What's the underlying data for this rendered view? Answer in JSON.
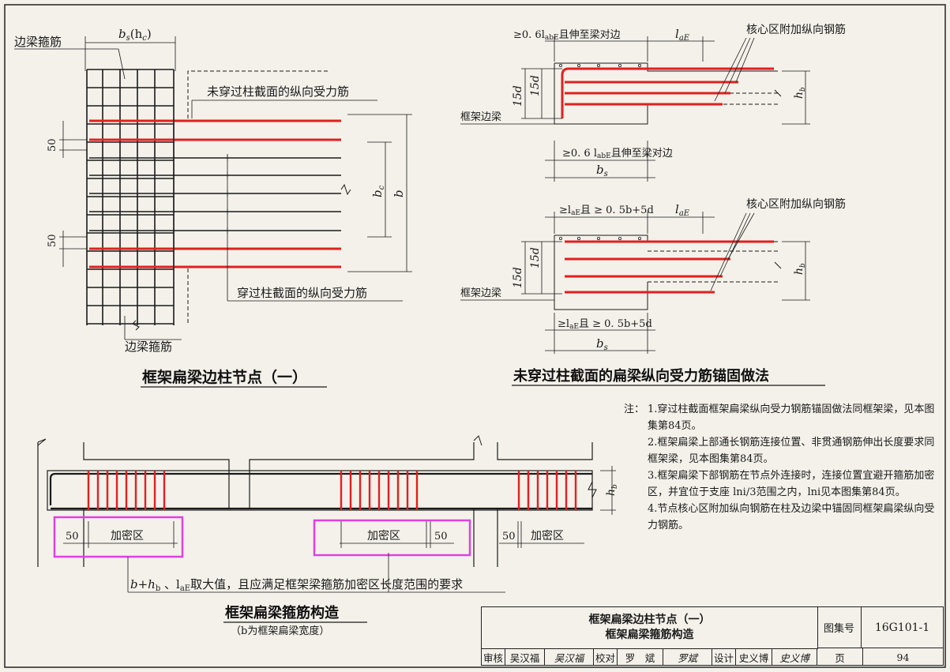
{
  "colors": {
    "rebar": "#e02020",
    "ink": "#1a1a1a",
    "highlight": "#e040e0",
    "paper": "#f4f1ea"
  },
  "fig1": {
    "title": "框架扁梁边柱节点（一）",
    "label_stirrup_top": "边梁箍筋",
    "label_stirrup_bottom": "边梁箍筋",
    "label_bs": "b",
    "label_bs_sub": "s",
    "label_bs_paren": "(h",
    "label_bs_paren_sub": "c",
    "label_bs_close": ")",
    "label_not_through": "未穿过柱截面的纵向受力筋",
    "label_through": "穿过柱截面的纵向受力筋",
    "dim_50_a": "50",
    "dim_50_b": "50",
    "dim_bc": "b",
    "dim_bc_sub": "c",
    "dim_b": "b"
  },
  "fig2": {
    "title": "未穿过柱截面的扁梁纵向受力筋锚固做法",
    "top": {
      "label_anchor": "≥0. 6l",
      "label_anchor_sub": "abE",
      "label_anchor_tail": "且伸至梁对边",
      "label_lae": "l",
      "label_lae_sub": "aE",
      "label_core": "核心区附加纵向钢筋",
      "label_edge_beam": "框架边梁",
      "dim_15d_a": "15d",
      "dim_15d_b": "15d",
      "dim_hb": "h",
      "dim_hb_sub": "b",
      "label_anchor2": "≥0. 6 l",
      "label_anchor2_sub": "abE",
      "label_anchor2_tail": "且伸至梁对边",
      "dim_bs": "b",
      "dim_bs_sub": "s"
    },
    "bottom": {
      "label_anchor": "≥l",
      "label_anchor_sub": "aE",
      "label_anchor_tail": "且 ≥ 0. 5b+5d",
      "label_lae": "l",
      "label_lae_sub": "aE",
      "label_core": "核心区附加纵向钢筋",
      "label_edge_beam": "框架边梁",
      "dim_15d_a": "15d",
      "dim_15d_b": "15d",
      "dim_hb": "h",
      "dim_hb_sub": "b",
      "label_anchor2": "≥l",
      "label_anchor2_sub": "aE",
      "label_anchor2_tail": "且 ≥ 0. 5b+5d",
      "dim_bs": "b",
      "dim_bs_sub": "s"
    }
  },
  "fig3": {
    "title": "框架扁梁箍筋构造",
    "subtitle": "（b为框架扁梁宽度）",
    "label_dense_1": "加密区",
    "label_dense_2": "加密区",
    "label_dense_3": "加密区",
    "dim_50_1": "50",
    "dim_50_2": "50",
    "dim_50_3": "50",
    "dim_hb": "h",
    "dim_hb_sub": "b",
    "label_requirement": "b+h",
    "label_requirement_sub": "b",
    "label_requirement_mid": " 、l",
    "label_requirement_sub2": "aE",
    "label_requirement_tail": "取大值，且应满足框架梁箍筋加密区长度范围的要求"
  },
  "notes": {
    "prefix": "注：",
    "items": [
      {
        "num": "1.",
        "text": "穿过柱截面框架扁梁纵向受力钢筋锚固做法同框架梁，见本图集第84页。"
      },
      {
        "num": "2.",
        "text": "框架扁梁上部通长钢筋连接位置、非贯通钢筋伸出长度要求同框架梁，见本图集第84页。"
      },
      {
        "num": "3.",
        "text": "框架扁梁下部钢筋在节点外连接时，连接位置宜避开箍筋加密区，并宜位于支座 lni/3范围之内，lni见本图集第84页。"
      },
      {
        "num": "4.",
        "text": "节点核心区附加纵向钢筋在柱及边梁中锚固同框架扁梁纵向受力钢筋。"
      }
    ]
  },
  "title_block": {
    "title_line1": "框架扁梁边柱节点（一）",
    "title_line2": "框架扁梁箍筋构造",
    "atlas_label": "图集号",
    "atlas_no": "16G101-1",
    "page_label": "页",
    "page_no": "94",
    "review_label": "审核",
    "reviewer": "吴汉福",
    "reviewer_sig": "吴汉福",
    "check_label": "校对",
    "checker": "罗　斌",
    "checker_sig": "罗斌",
    "design_label": "设计",
    "designer": "史义博",
    "designer_sig": "史义博"
  }
}
